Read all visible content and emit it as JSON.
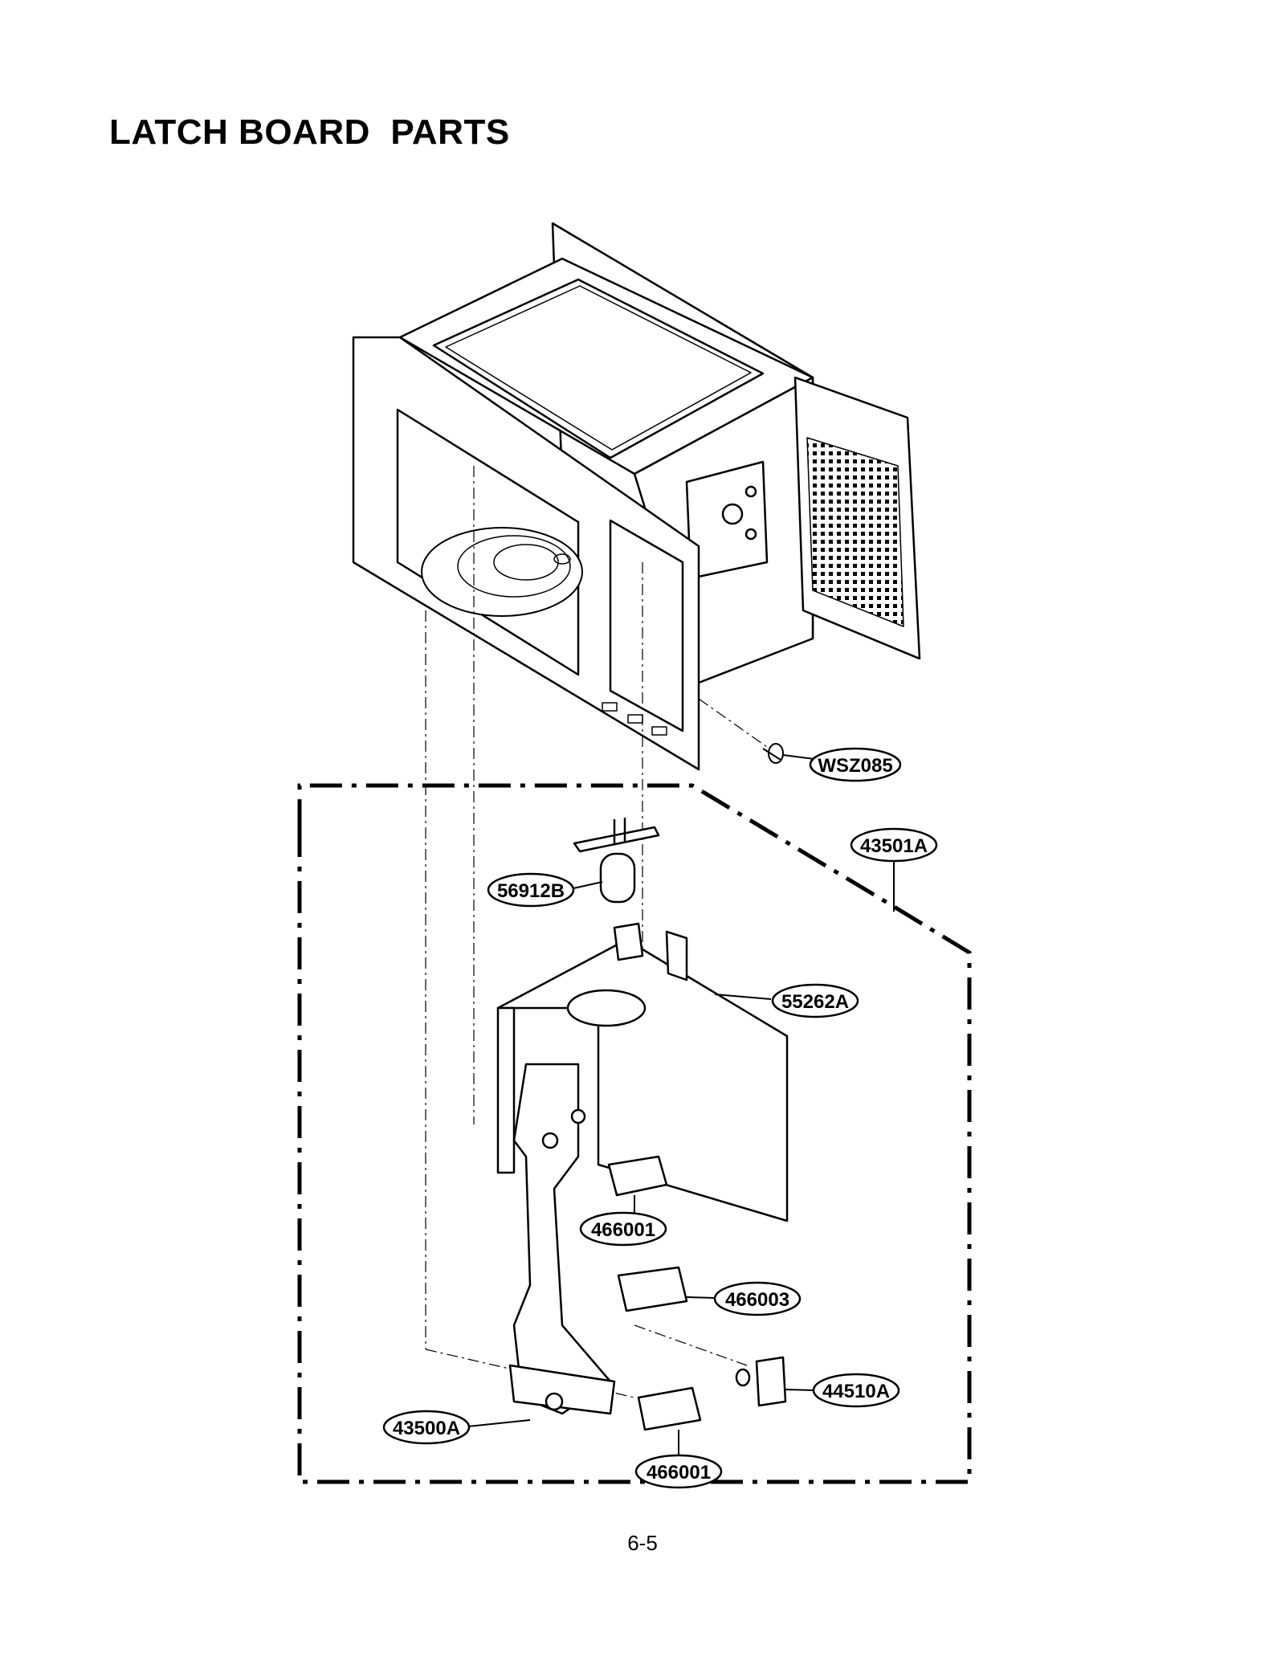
{
  "title": "LATCH BOARD  PARTS",
  "page_number": "6-5",
  "callouts": [
    {
      "id": "screw",
      "label": "WSZ085"
    },
    {
      "id": "assembly",
      "label": "43501A"
    },
    {
      "id": "lamp-socket",
      "label": "56912B"
    },
    {
      "id": "latch-board",
      "label": "55262A"
    },
    {
      "id": "switch-upper",
      "label": "466001"
    },
    {
      "id": "switch-middle",
      "label": "466003"
    },
    {
      "id": "switch-bracket",
      "label": "44510A"
    },
    {
      "id": "latch-lever",
      "label": "43500A"
    },
    {
      "id": "switch-lower",
      "label": "466001"
    }
  ],
  "colors": {
    "ink": "#000000",
    "paper": "#ffffff"
  }
}
